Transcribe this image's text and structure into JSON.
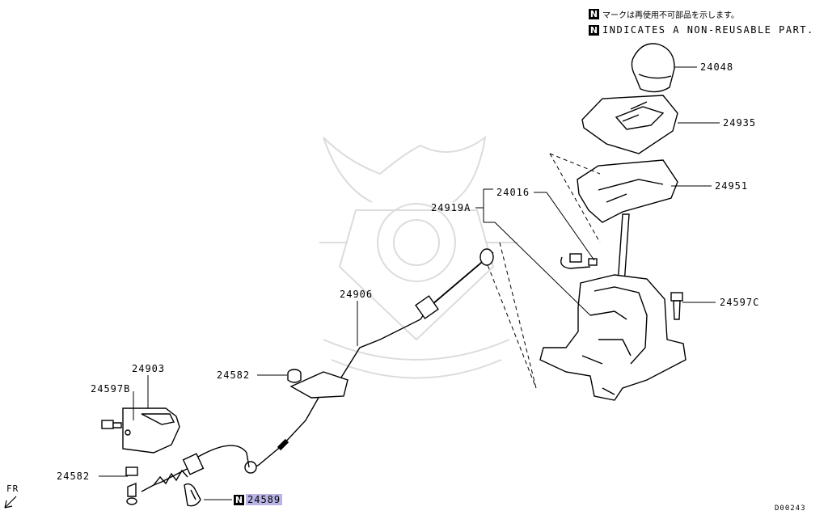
{
  "legend": {
    "badge": "N",
    "japanese": "マークは再使用不可部品を示します。",
    "english": "INDICATES A NON-REUSABLE PART."
  },
  "callouts": {
    "c24048": "24048",
    "c24935": "24935",
    "c24951": "24951",
    "c24016": "24016",
    "c24919A": "24919A",
    "c24597C": "24597C",
    "c24906": "24906",
    "c24582a": "24582",
    "c24903": "24903",
    "c24597B": "24597B",
    "c24582b": "24582",
    "c24589": "24589"
  },
  "direction": {
    "label": "FR"
  },
  "diagram_code": "D00243",
  "colors": {
    "highlight": "#b9b5e6",
    "line": "#000000",
    "watermark": "#d9d9d9"
  }
}
